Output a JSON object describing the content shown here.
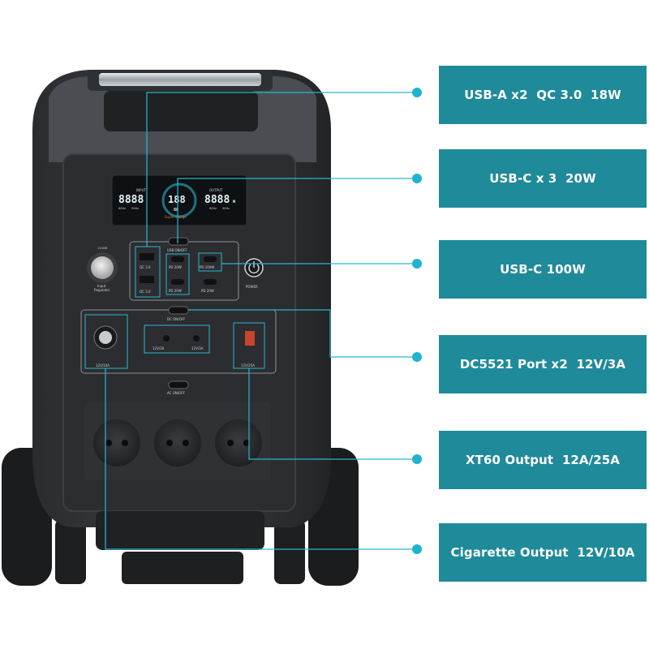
{
  "device": {
    "panel": {
      "display": {
        "input_label": "INPUT",
        "output_label": "OUTPUT",
        "input_value": "8888",
        "output_value": "8888",
        "center_value": "188",
        "center_sub": "88",
        "hz_left_a": "60Hz",
        "hz_left_b": "50Hz",
        "hz_right_a": "60Hz",
        "hz_right_b": "50Hz",
        "super_charge": "Super charge",
        "unit_w": "W"
      },
      "usb_switch": "USB ON/OFF",
      "port_qc_top": "QC 3.0",
      "port_qc_bottom": "QC 3.0",
      "port_pd_1": "PD 20W",
      "port_pd_2": "PD 20W",
      "port_pd_3": "PD 20W",
      "port_pd_100": "PD 100W",
      "power_label": "POWER",
      "dial_label_1": "Input",
      "dial_label_2": "Regulator",
      "dial_max": "1200W",
      "dc_switch": "DC ON/OFF",
      "dc_left": "12V/3A",
      "dc_right": "12V/3A",
      "cig_label": "12V/10A",
      "xt60_label": "12V/25A",
      "ac_switch": "AC ON/OFF"
    }
  },
  "accent_color": "#1f8a9a",
  "line_color": "#2bb6cf",
  "callouts": [
    {
      "text": "USB-A x2  QC 3.0  18W"
    },
    {
      "text": "USB-C x 3  20W"
    },
    {
      "text": "USB-C 100W"
    },
    {
      "text": "DC5521 Port x2  12V/3A"
    },
    {
      "text": "XT60 Output  12A/25A"
    },
    {
      "text": "Cigarette Output  12V/10A"
    }
  ]
}
